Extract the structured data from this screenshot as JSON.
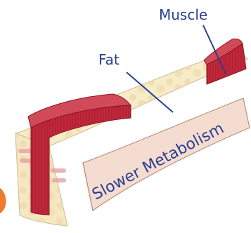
{
  "labels": {
    "muscle": "Muscle",
    "fat": "Fat",
    "band": "Slower Metabolism"
  },
  "colors": {
    "fat_fill": "#f7ecc8",
    "fat_dots": "#efdcae",
    "muscle_red": "#c0283a",
    "band_fill": "#f4ddd0",
    "label_text": "#2a3f8f",
    "orange_accent": "#ee7a2e"
  }
}
